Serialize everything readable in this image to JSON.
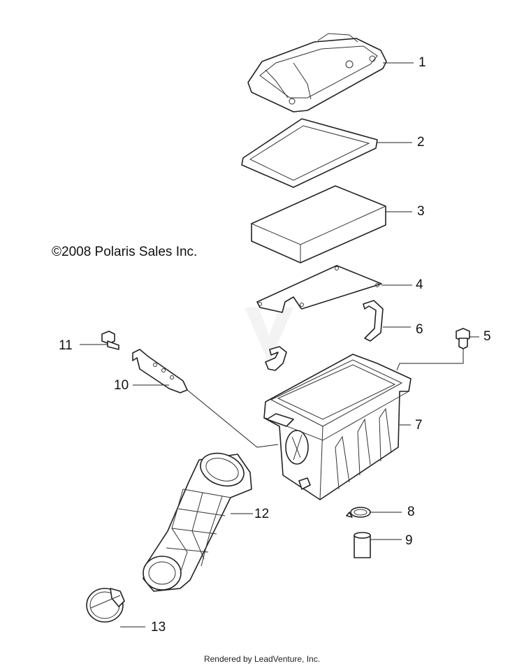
{
  "copyright": "©2008 Polaris Sales Inc.",
  "footer": "Rendered by LeadVenture, Inc.",
  "watermark": "LEADVENTURE",
  "callouts": [
    "1",
    "2",
    "3",
    "4",
    "5",
    "6",
    "7",
    "8",
    "9",
    "10",
    "11",
    "12",
    "13"
  ],
  "parts": {
    "p1": "air-box-cover",
    "p2": "cover-seal",
    "p3": "air-filter-element",
    "p4": "filter-screen",
    "p5": "screw",
    "p6": "spring-clip",
    "p7": "air-box-housing",
    "p8": "hose-clamp",
    "p9": "drain-tube",
    "p10": "mounting-bracket",
    "p11": "bolt",
    "p12": "intake-duct",
    "p13": "band-clamp"
  }
}
